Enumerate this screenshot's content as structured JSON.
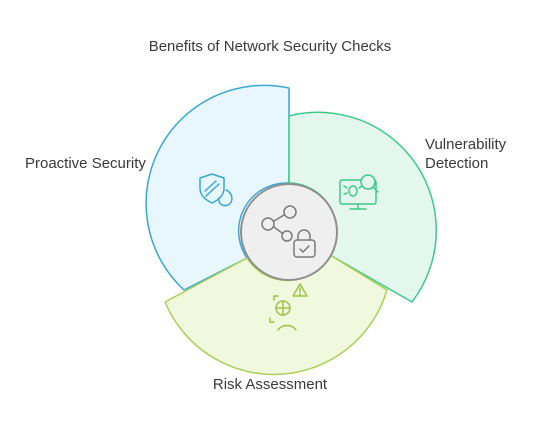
{
  "title": "Benefits of Network Security Checks",
  "segments": [
    {
      "label": "Proactive Security",
      "color": "#e8f6fd",
      "stroke": "#39a7d6",
      "icon": "shield-icon"
    },
    {
      "label": "Vulnerability Detection",
      "label_lines": [
        "Vulnerability",
        "Detection"
      ],
      "color": "#e4f7ee",
      "stroke": "#3ec98a",
      "icon": "bug-search-icon"
    },
    {
      "label": "Risk Assessment",
      "color": "#f0f8dd",
      "stroke": "#a9cf55",
      "icon": "risk-warning-icon"
    }
  ],
  "center": {
    "icon": "network-lock-icon",
    "color": "#efefef",
    "stroke": "#8f8f8f"
  }
}
